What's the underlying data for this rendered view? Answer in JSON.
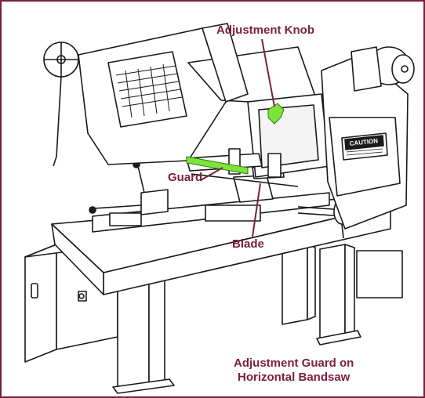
{
  "colors": {
    "accent": "#7a1f3d",
    "highlight": "#7ee33a",
    "line": "#1a1a1a"
  },
  "labels": {
    "adjustment_knob": "Adjustment Knob",
    "guard": "Guard",
    "blade": "Blade"
  },
  "caption": {
    "line1": "Adjustment Guard on",
    "line2": "Horizontal Bandsaw"
  },
  "machine": {
    "caution_label": "CAUTION"
  }
}
